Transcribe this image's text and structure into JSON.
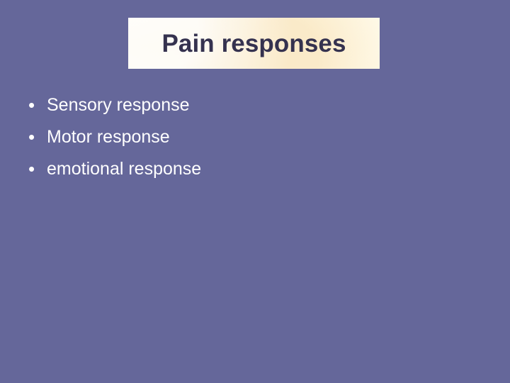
{
  "slide": {
    "background_color": "#65679a",
    "title": {
      "text": "Pain responses",
      "text_color": "#35324f",
      "box_color": "#fbeccf"
    },
    "bullets": [
      {
        "marker": "•",
        "label": "Sensory response"
      },
      {
        "marker": "•",
        "label": "Motor response"
      },
      {
        "marker": "•",
        "label": "emotional response"
      }
    ],
    "body_text_color": "#ffffff"
  }
}
